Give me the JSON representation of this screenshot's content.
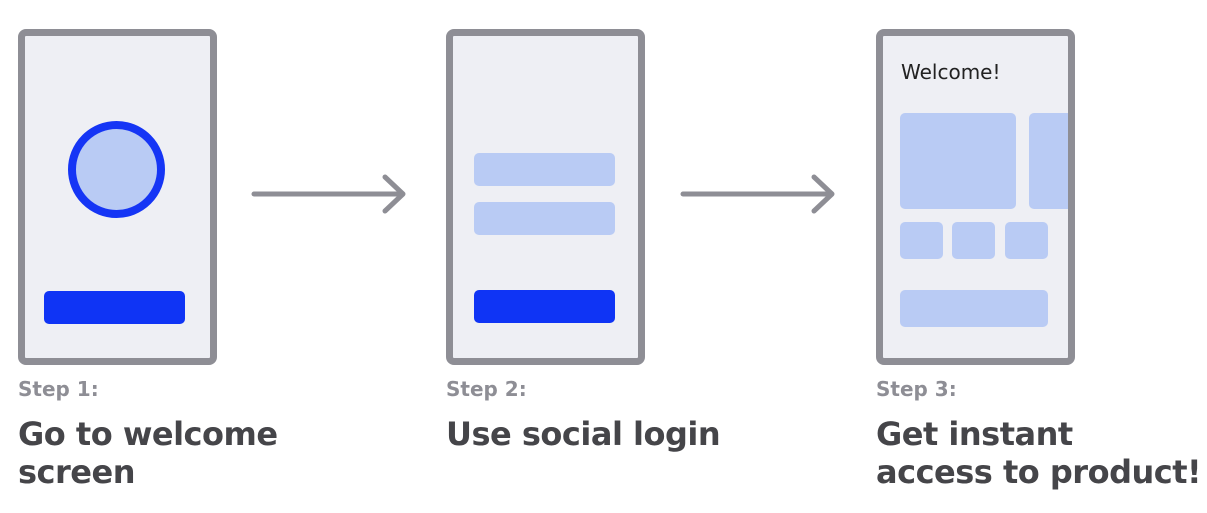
{
  "colors": {
    "phone_frame": "#8e8e95",
    "screen_background": "#eeeff4",
    "placeholder_block": "#b9cbf4",
    "primary_button": "#0f34f5",
    "arrow": "#8e8e95",
    "step_label": "#8e8e95",
    "step_title": "#454549"
  },
  "steps": [
    {
      "label": "Step 1:",
      "title_lines": [
        "Go to welcome",
        "screen"
      ],
      "screen": {
        "kind": "welcome",
        "icon": "avatar-circle"
      }
    },
    {
      "label": "Step 2:",
      "title_lines": [
        "Use social login"
      ],
      "screen": {
        "kind": "login"
      }
    },
    {
      "label": "Step 3:",
      "title_lines": [
        "Get instant",
        "access to product!"
      ],
      "screen": {
        "kind": "product",
        "heading": "Welcome!"
      }
    }
  ],
  "arrows": [
    "arrow-right-icon",
    "arrow-right-icon"
  ]
}
